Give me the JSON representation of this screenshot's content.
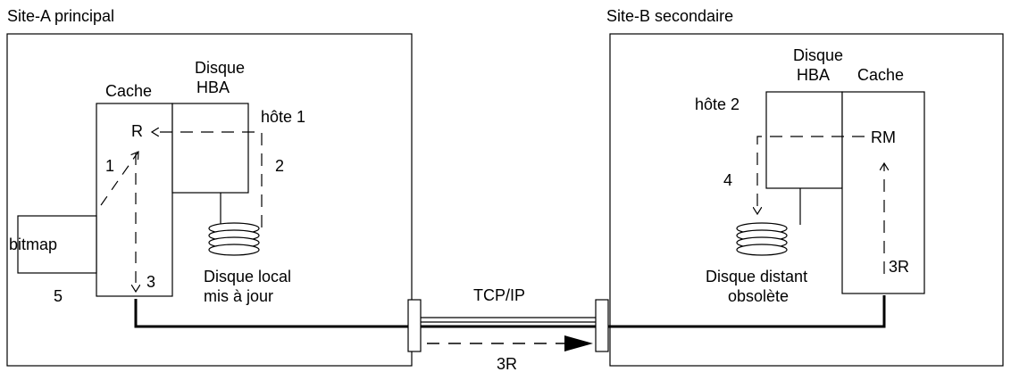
{
  "site_a": {
    "title": "Site-A principal",
    "cache_label": "Cache",
    "hba_label_line1": "Disque",
    "hba_label_line2": "HBA",
    "host_label": "hôte 1",
    "r_label": "R",
    "step1": "1",
    "step2": "2",
    "step3": "3",
    "step5": "5",
    "bitmap_label": "bitmap",
    "disk_label_line1": "Disque local",
    "disk_label_line2": "mis à jour"
  },
  "site_b": {
    "title": "Site-B secondaire",
    "hba_label_line1": "Disque",
    "hba_label_line2": "HBA",
    "cache_label": "Cache",
    "host_label": "hôte 2",
    "rm_label": "RM",
    "step4": "4",
    "step3r": "3R",
    "disk_label_line1": "Disque distant",
    "disk_label_line2": "obsolète"
  },
  "link": {
    "protocol_label": "TCP/IP",
    "transfer_label": "3R"
  }
}
